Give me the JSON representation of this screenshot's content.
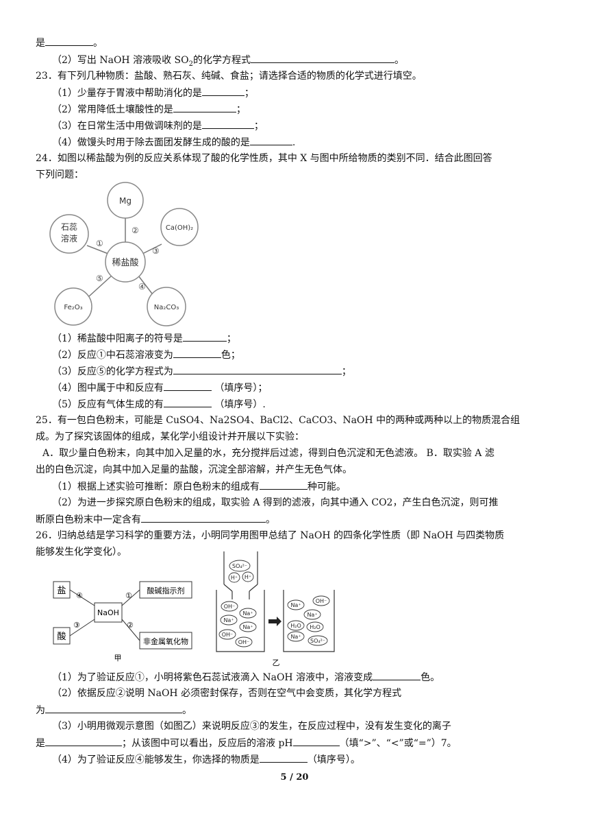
{
  "q22": {
    "cont": "是",
    "p2_a": "（2）写出 NaOH 溶液吸收 SO",
    "p2_sub": "2",
    "p2_b": "的化学方程式"
  },
  "q23": {
    "stem": "23．有下列几种物质：盐酸、熟石灰、纯碱、食盐；请选择合适的物质的化学式进行填空。",
    "p1": "（1）少量存于胃液中帮助消化的是",
    "p2": "（2）常用降低土壤酸性的是",
    "p3": "（3）在日常生活中用做调味剂的是",
    "p4": "（4）做馒头时用于除去面团发酵生成的酸的是"
  },
  "q24": {
    "stem1": "24．如图以稀盐酸为例的反应关系体现了酸的化学性质，其中 X 与图中所给物质的类别不同．结合此图回答",
    "stem2": "下列问题：",
    "diagram": {
      "center": "稀盐酸",
      "mg": "Mg",
      "litmus1": "石蕊",
      "litmus2": "溶液",
      "caoh": "Ca(OH)₂",
      "fe2o3": "Fe₂O₃",
      "na2co3": "Na₂CO₃",
      "n1": "①",
      "n2": "②",
      "n3": "③",
      "n4": "④",
      "n5": "⑤"
    },
    "p1": "（1）稀盐酸中阳离子的符号是",
    "p2a": "（2）反应①中石蕊溶液变为",
    "p2b": "色；",
    "p3": "（3）反应⑤的化学方程式为",
    "p4a": "（4）图中属于中和反应有",
    "p4b": "（填序号）；",
    "p5a": "（5）反应有气体生成的有",
    "p5b": "（填序号）."
  },
  "q25": {
    "stem1": "25．有一包白色粉末，可能是 CuSO4、Na2SO4、BaCl2、CaCO3、NaOH 中的两种或两种以上的物质混合组",
    "stem2": "成。为了探究该固体的组成，某化学小组设计并开展以下实验：",
    "exp1": "A．取少量白色粉末，向其中加入足量的水，充分搅拌后过滤，得到白色沉淀和无色滤液。 B．取实验 A 滤",
    "exp2": "出的白色沉淀，向其中加入足量的盐酸，沉淀全部溶解，并产生无色气体。",
    "p1a": "（1）根据上述实验可推断：原白色粉末的组成有",
    "p1b": "种可能。",
    "p2": "（2）为进一步探究原白色粉末的组成，取实验 A 得到的滤液，向其中通入 CO2，产生白色沉淀，则可推",
    "p2b": "断原白色粉末中一定含有"
  },
  "q26": {
    "stem1": "26．归纳总结是学习科学的重要方法，小明同学用图甲总结了 NaOH 的四条化学性质（即 NaOH 与四类物质",
    "stem2": "能够发生化学变化）。",
    "jia": {
      "salt": "盐",
      "acid": "酸",
      "naoh": "NaOH",
      "indicator": "酸碱指示剂",
      "oxide": "非金属氧化物",
      "n1": "①",
      "n2": "②",
      "n3": "③",
      "n4": "④",
      "caption": "甲"
    },
    "yi": {
      "so4": "SO₄²⁻",
      "h": "H⁺",
      "oh": "OH⁻",
      "na": "Na⁺",
      "h2o": "H₂O",
      "caption": "乙"
    },
    "p1a": "（1）为了验证反应①，小明将紫色石蕊试液滴入 NaOH 溶液中，溶液变成",
    "p1b": "色。",
    "p2a": "（2）依据反应②说明  NaOH  必须密封保存，否则在空气中会变质，其化学方程式",
    "p2b": "为",
    "p3a": "（3）小明用微观示意图（如图乙）来说明反应③的发生，在反应过程中，没有发生变化的离子",
    "p3b": "是",
    "p3c": "；从该图中可以看出，反应后的溶液 pH",
    "p3d": "（填“>”、“<”或“=”）7。",
    "p4a": "（4）为了验证反应④能够发生，你选择的物质是",
    "p4b": "（填序号）。"
  },
  "footer": {
    "page": "5 / 20"
  }
}
